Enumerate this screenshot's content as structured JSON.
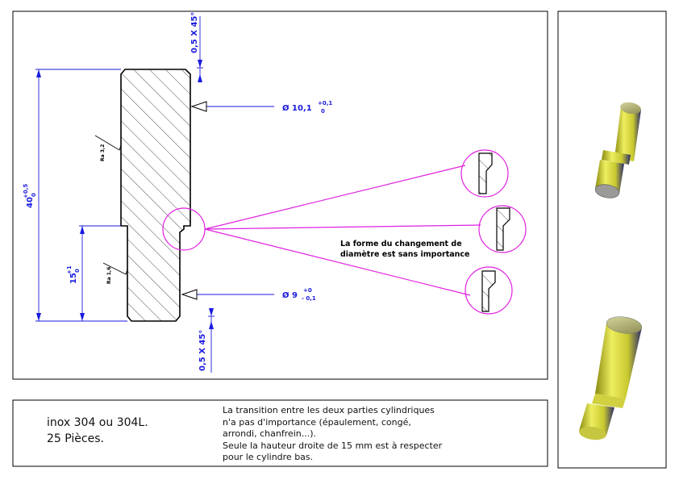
{
  "material": {
    "line1": "inox 304 ou 304L.",
    "line2": "25 Pièces."
  },
  "instructions": [
    "La transition entre les deux parties cylindriques",
    "n'a pas d'importance (épaulement, congé,",
    "arrondi, chanfrein...).",
    "Seule la hauteur droite de 15 mm est à respecter",
    "pour le cylindre bas."
  ],
  "callout": {
    "line1": "La forme du changement de",
    "line2": "diamètre est sans importance"
  },
  "dimensions": {
    "chamfer_top": "0,5 X 45°",
    "chamfer_bottom": "0,5 X 45°",
    "diam_top": {
      "prefix": "Ø 10,1",
      "tol_upper": "+0,1",
      "tol_lower": "0"
    },
    "diam_bottom": {
      "prefix": "Ø 9",
      "tol_upper": "+0",
      "tol_lower": "- 0,1"
    },
    "length_total": {
      "base": "40",
      "tol_upper": "+0,5",
      "tol_lower": "0"
    },
    "length_bottom": {
      "base": "15",
      "tol_upper": "+1",
      "tol_lower": "0"
    }
  },
  "roughness": {
    "upper": "Ra 3,2",
    "lower": "Ra 1,6"
  },
  "colors": {
    "dimension": "#1a1adf",
    "detail": "#e020e0",
    "part": "#d8d838"
  }
}
